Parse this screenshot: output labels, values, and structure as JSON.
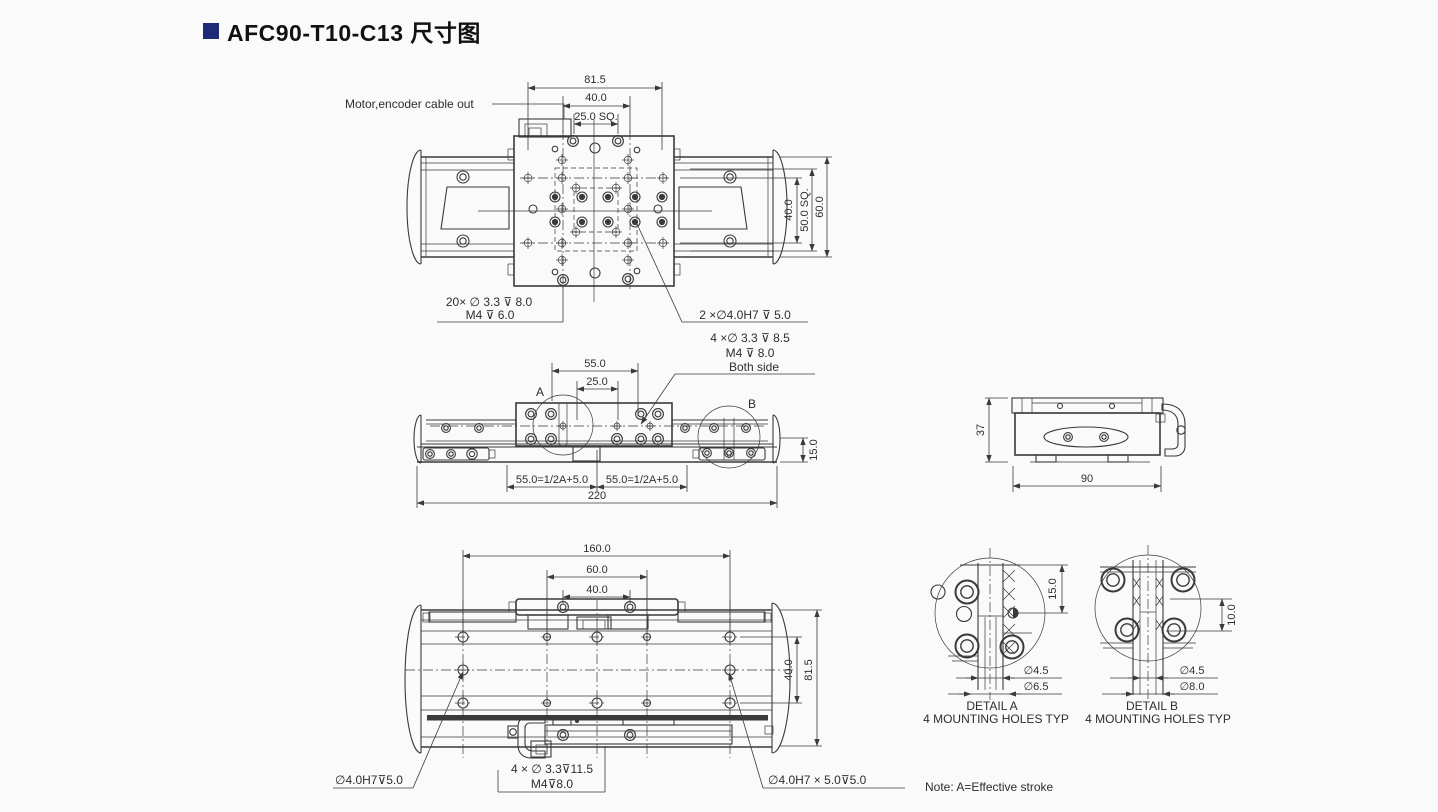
{
  "title": "AFC90-T10-C13 尺寸图",
  "note": "Note: A=Effective stroke",
  "labels": {
    "motor_cable": "Motor,encoder cable out",
    "detail_a_marker": "A",
    "detail_b_marker": "B",
    "both_side": "Both side",
    "detail_a_title": "DETAIL A",
    "detail_a_sub": "4 MOUNTING HOLES TYP",
    "detail_b_title": "DETAIL B",
    "detail_b_sub": "4 MOUNTING HOLES TYP"
  },
  "callouts": {
    "plate_holes_1": "20× ∅ 3.3 ⊽ 8.0",
    "plate_holes_2": "M4 ⊽ 6.0",
    "pin_holes_top": "2 ×∅4.0H7 ⊽ 5.0",
    "side_holes_1": "4 ×∅ 3.3 ⊽ 8.5",
    "side_holes_2": "M4 ⊽ 8.0",
    "bottom_left_pin": "∅4.0H7⊽5.0",
    "bottom_center_1": "4 × ∅ 3.3⊽11.5",
    "bottom_center_2": "M4⊽8.0",
    "bottom_right_pin": "∅4.0H7 × 5.0⊽5.0"
  },
  "dims": {
    "top": {
      "w815": "81.5",
      "w40": "40.0",
      "sq25": "25.0 SQ.",
      "h40": "40.0",
      "sq50": "50.0 SQ.",
      "h60": "60.0"
    },
    "front": {
      "w55": "55.0",
      "w25": "25.0",
      "half_left": "55.0=1/2A+5.0",
      "half_right": "55.0=1/2A+5.0",
      "total": "220",
      "h15": "15.0"
    },
    "end": {
      "h37": "37",
      "w90": "90"
    },
    "bottom": {
      "w160": "160.0",
      "w60": "60.0",
      "w40": "40.0",
      "h40": "40.0",
      "h815": "81.5"
    },
    "da": {
      "d15": "15.0",
      "d45": "∅4.5",
      "d65": "∅6.5"
    },
    "db": {
      "d10": "10.0",
      "d45": "∅4.5",
      "d80": "∅8.0"
    }
  },
  "colors": {
    "accent": "#1e2a78",
    "line": "#3a3a3a",
    "bg": "#fafafa"
  }
}
